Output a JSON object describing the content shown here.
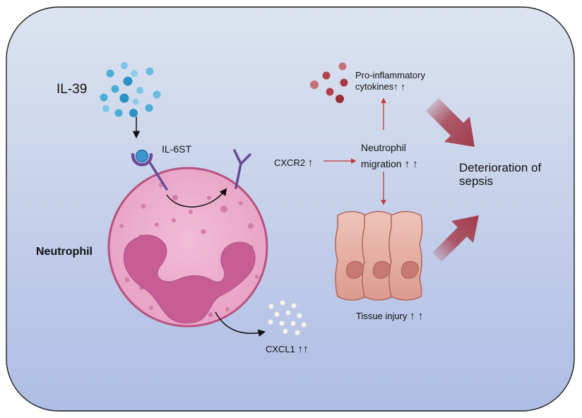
{
  "labels": {
    "il39": "IL-39",
    "il6st": "IL-6ST",
    "neutrophil": "Neutrophil",
    "cxcr2": "CXCR2",
    "cxcr2_arrow": "↑",
    "migration_line1": "Neutrophil",
    "migration_line2": "migration",
    "migration_arrows": "↑ ↑",
    "proinflammatory_line1": "Pro-inflammatory",
    "proinflammatory_line2": "cytokines↑ ↑",
    "deterioration_line1": "Deterioration of",
    "deterioration_line2": "sepsis",
    "tissue_injury": "Tissue injury",
    "tissue_injury_arrows": "↑ ↑",
    "cxcl1": "CXCL1",
    "cxcl1_arrows": "↑↑"
  },
  "colors": {
    "panel_top": "#dde4f0",
    "panel_bottom": "#aebde4",
    "il39_particles": "#4aaed6",
    "receptor": "#6a4a96",
    "cell_fill": "#e8a3c6",
    "cell_border": "#b8527e",
    "nucleus": "#c65d93",
    "tissue_fill": "#e3a89c",
    "cytokines": "#b2424a",
    "red_arrow": "#c43a3a",
    "big_arrow": "#a84a58"
  }
}
